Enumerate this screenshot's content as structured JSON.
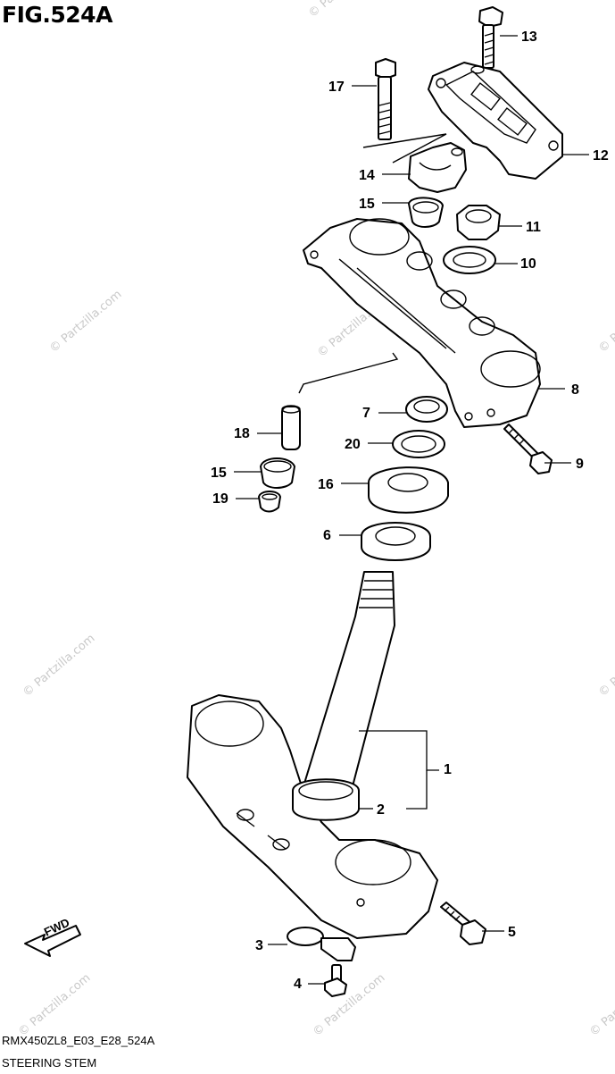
{
  "figure": {
    "title": "FIG.524A",
    "model_code": "RMX450ZL8_E03_E28_524A",
    "caption": "STEERING STEM",
    "direction_label": "FWD"
  },
  "watermark": {
    "text": "© Partzilla.com"
  },
  "callouts": [
    {
      "id": "1"
    },
    {
      "id": "2"
    },
    {
      "id": "3"
    },
    {
      "id": "4"
    },
    {
      "id": "5"
    },
    {
      "id": "6"
    },
    {
      "id": "7"
    },
    {
      "id": "8"
    },
    {
      "id": "9"
    },
    {
      "id": "10"
    },
    {
      "id": "11"
    },
    {
      "id": "12"
    },
    {
      "id": "13"
    },
    {
      "id": "14"
    },
    {
      "id": "15"
    },
    {
      "id": "15"
    },
    {
      "id": "16"
    },
    {
      "id": "17"
    },
    {
      "id": "18"
    },
    {
      "id": "19"
    },
    {
      "id": "20"
    }
  ]
}
